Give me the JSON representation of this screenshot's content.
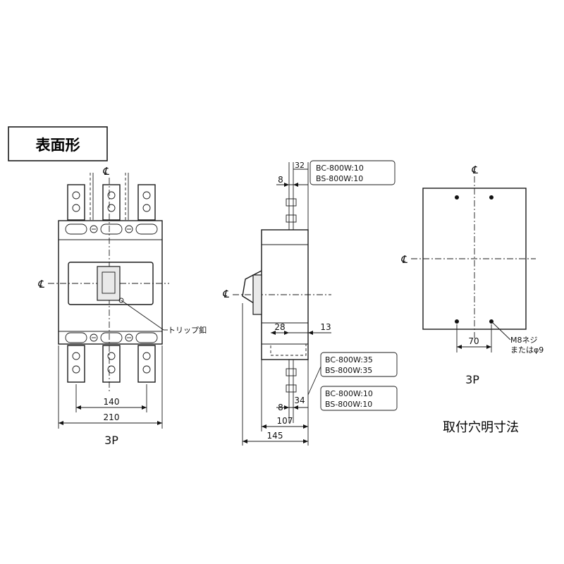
{
  "title": "表面形",
  "centerline_symbol": "℄",
  "front_view": {
    "dim_inner": "140",
    "dim_outer": "210",
    "pole_label": "3P",
    "trip_button_label": "トリップ釦"
  },
  "side_view": {
    "dim_top_8": "8",
    "dim_top_32": "32",
    "dim_28": "28",
    "dim_13": "13",
    "dim_bottom_8": "8",
    "dim_34": "34",
    "dim_107": "107",
    "dim_145": "145",
    "note_top": [
      "BC-800W:10",
      "BS-800W:10"
    ],
    "note_mid": [
      "BC-800W:35",
      "BS-800W:35"
    ],
    "note_bottom": [
      "BC-800W:10",
      "BS-800W:10"
    ]
  },
  "mounting_view": {
    "dim_70": "70",
    "screw_note": [
      "M8ネジ",
      "またはφ9"
    ],
    "pole_label": "3P",
    "caption": "取付穴明寸法"
  }
}
